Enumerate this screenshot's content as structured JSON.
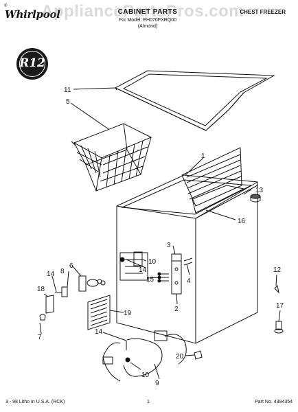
{
  "header": {
    "brand": "Whirlpool",
    "registered_mark": "®",
    "watermark": "AppliancePartsPros.com",
    "title": "CABINET PARTS",
    "subtitle_model": "For Model: EH070FXRQ00",
    "subtitle_color": "(Almond)",
    "product": "CHEST FREEZER"
  },
  "badge": {
    "text": "R12"
  },
  "callouts": {
    "c1": "1",
    "c2": "2",
    "c3": "3",
    "c4": "4",
    "c5": "5",
    "c6": "6",
    "c7": "7",
    "c8": "8",
    "c9": "9",
    "c10a": "10",
    "c10b": "10",
    "c11": "11",
    "c12": "12",
    "c13": "13",
    "c14a": "14",
    "c14b": "14",
    "c14c": "14",
    "c15": "15",
    "c16": "16",
    "c17": "17",
    "c18": "18",
    "c19": "19",
    "c20": "20"
  },
  "footer": {
    "left": "3 - 98 Litho In U.S.A. (RCK)",
    "center": "1",
    "right": "Part No. 4394354"
  }
}
